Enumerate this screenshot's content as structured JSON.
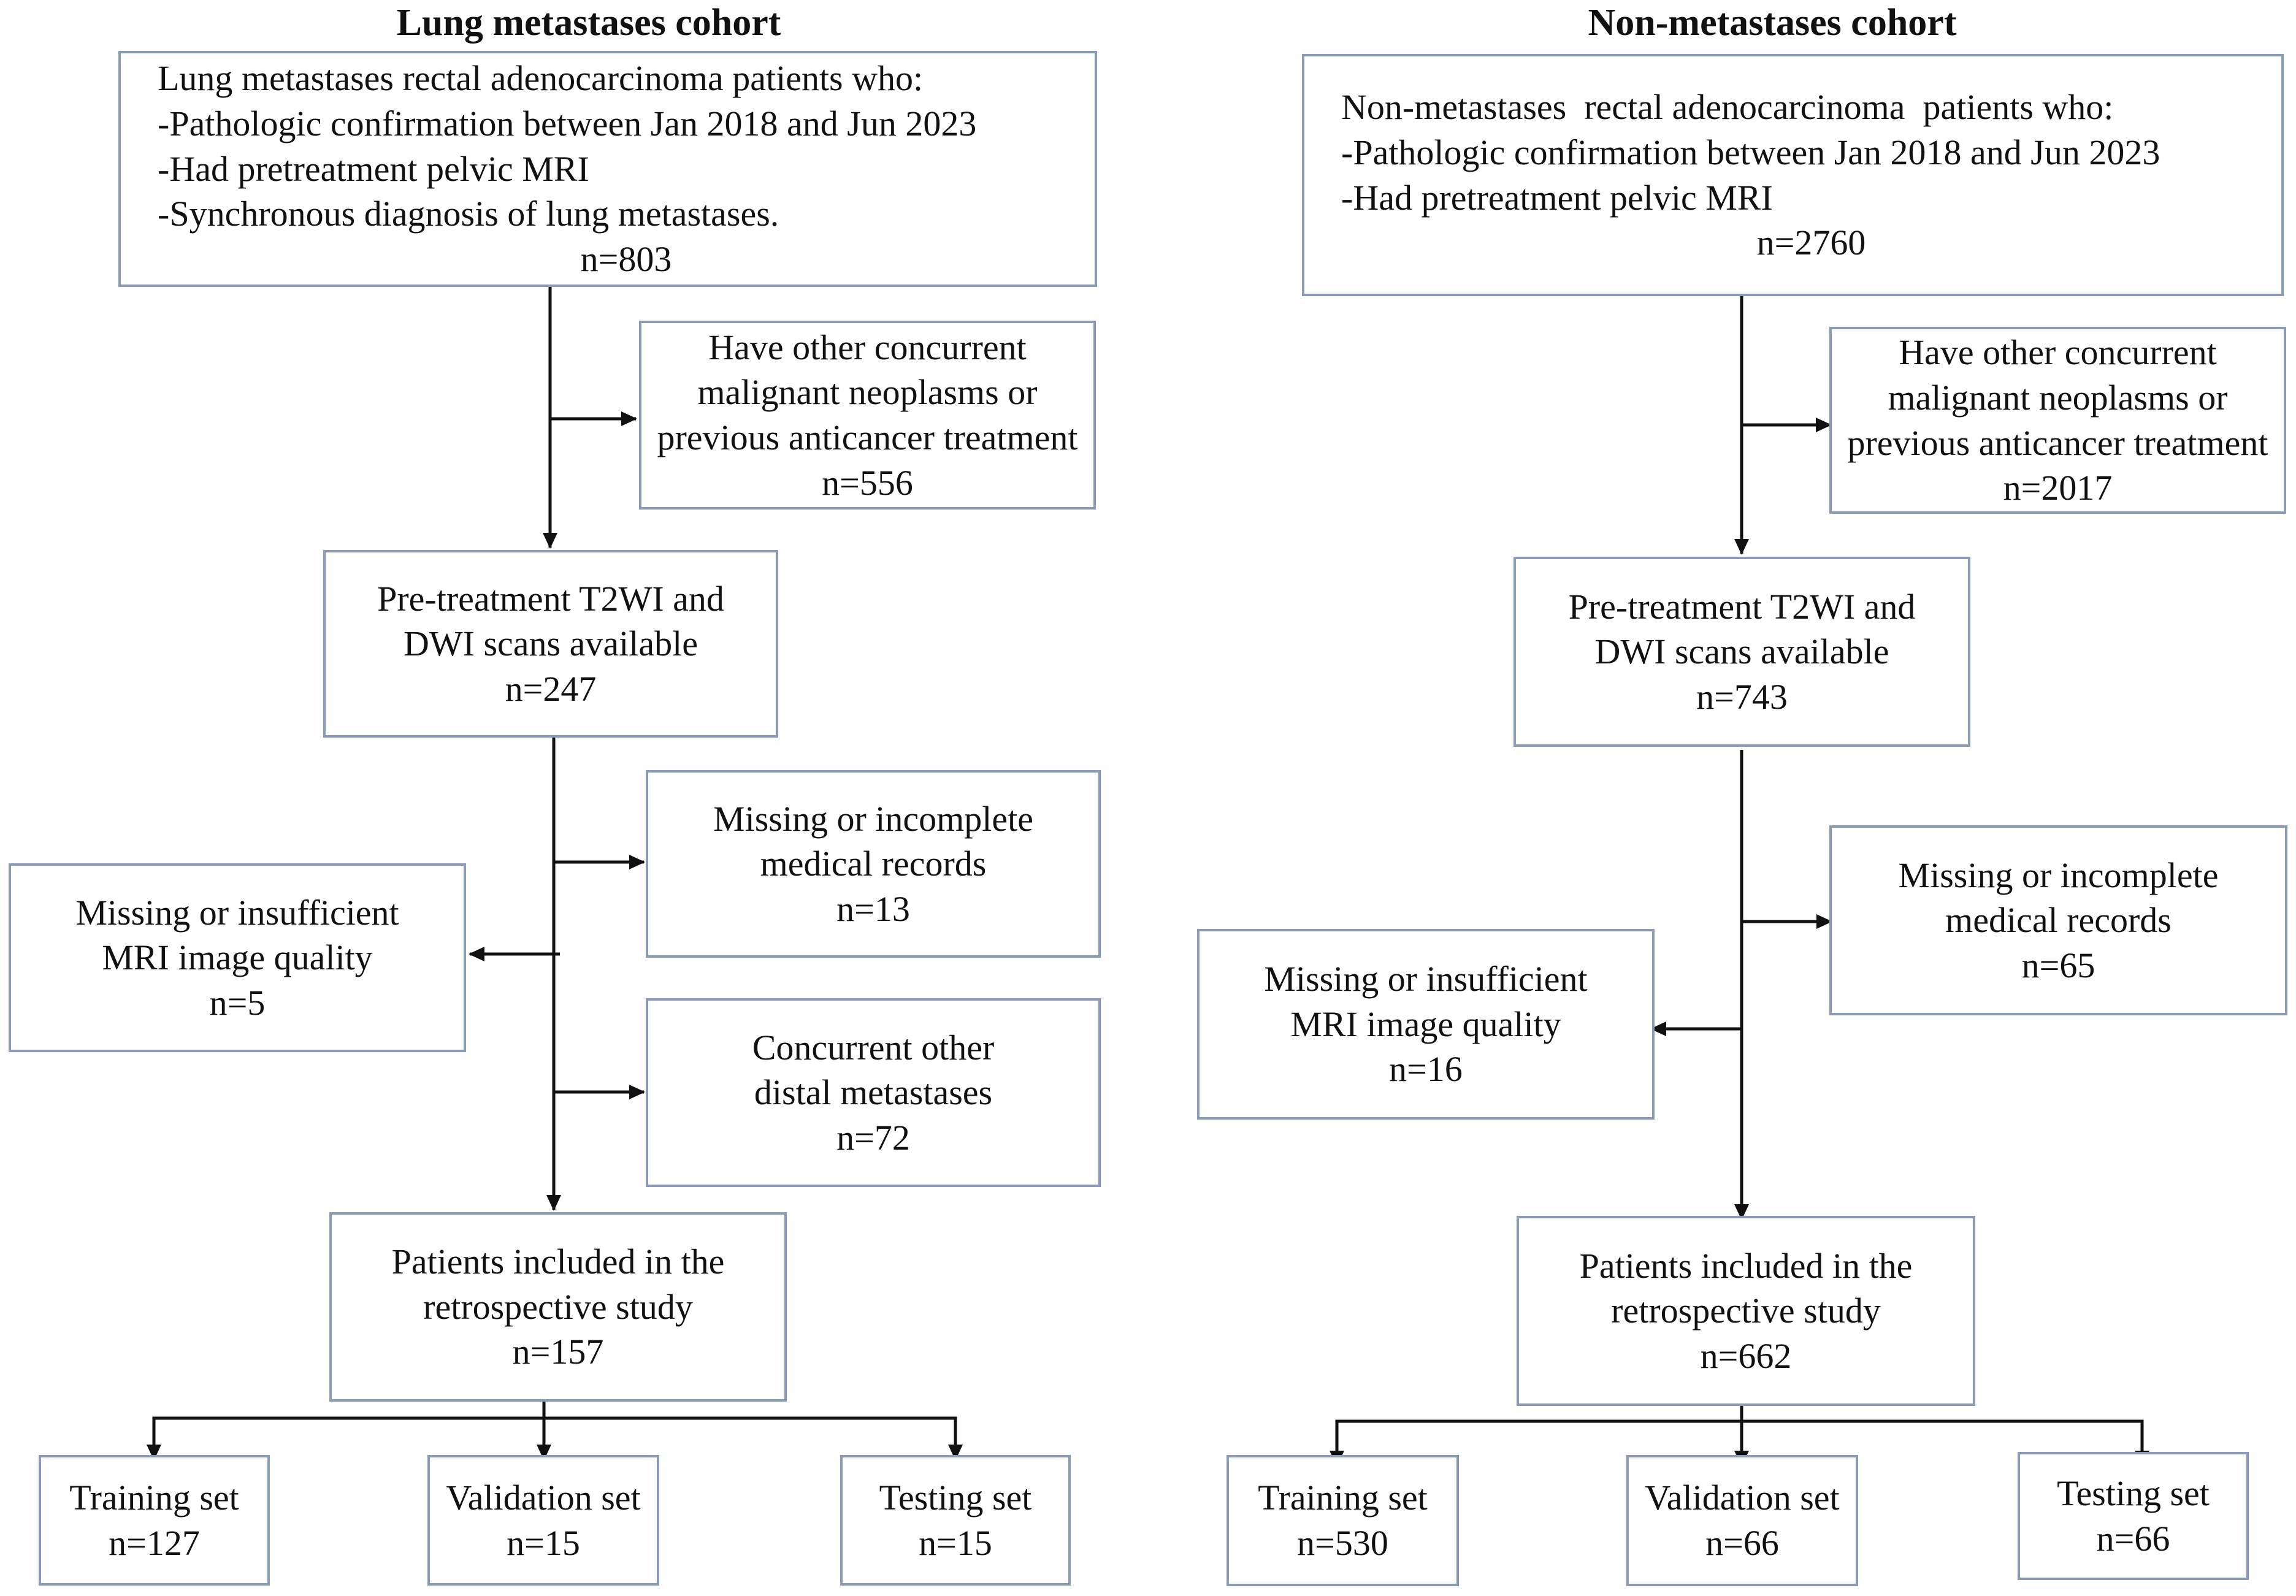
{
  "cohorts": {
    "lung": {
      "title": "Lung metastases cohort",
      "top": {
        "lines": [
          "Lung metastases rectal adenocarcinoma patients who:",
          "-Pathologic confirmation between Jan 2018 and Jun 2023",
          "-Had pretreatment pelvic MRI",
          "-Synchronous diagnosis of lung metastases."
        ],
        "n": "n=803"
      },
      "excl1": {
        "lines": [
          "Have other concurrent",
          "malignant neoplasms or",
          "previous anticancer treatment"
        ],
        "n": "n=556"
      },
      "scans": {
        "lines": [
          "Pre-treatment T2WI and",
          "DWI scans available"
        ],
        "n": "n=247"
      },
      "missing_records": {
        "lines": [
          "Missing or incomplete",
          "medical records"
        ],
        "n": "n=13"
      },
      "mri_quality": {
        "lines": [
          "Missing or insufficient",
          "MRI image quality"
        ],
        "n": "n=5"
      },
      "distal": {
        "lines": [
          "Concurrent other",
          "distal metastases"
        ],
        "n": "n=72"
      },
      "included": {
        "lines": [
          "Patients included in the",
          "retrospective study"
        ],
        "n": "n=157"
      },
      "training": {
        "label": "Training set",
        "n": "n=127"
      },
      "validation": {
        "label": "Validation set",
        "n": "n=15"
      },
      "testing": {
        "label": "Testing set",
        "n": "n=15"
      }
    },
    "non": {
      "title": "Non-metastases cohort",
      "top": {
        "lines": [
          "Non-metastases  rectal adenocarcinoma  patients who:",
          "-Pathologic confirmation between Jan 2018 and Jun 2023",
          "-Had pretreatment pelvic MRI"
        ],
        "n": "n=2760"
      },
      "excl1": {
        "lines": [
          "Have other concurrent",
          "malignant neoplasms or",
          "previous anticancer treatment"
        ],
        "n": "n=2017"
      },
      "scans": {
        "lines": [
          "Pre-treatment T2WI and",
          "DWI scans available"
        ],
        "n": "n=743"
      },
      "missing_records": {
        "lines": [
          "Missing or incomplete",
          "medical records"
        ],
        "n": "n=65"
      },
      "mri_quality": {
        "lines": [
          "Missing or insufficient",
          "MRI image quality"
        ],
        "n": "n=16"
      },
      "included": {
        "lines": [
          "Patients included in the",
          "retrospective study"
        ],
        "n": "n=662"
      },
      "training": {
        "label": "Training set",
        "n": "n=530"
      },
      "validation": {
        "label": "Validation set",
        "n": "n=66"
      },
      "testing": {
        "label": "Testing set",
        "n": "n=66"
      }
    }
  }
}
